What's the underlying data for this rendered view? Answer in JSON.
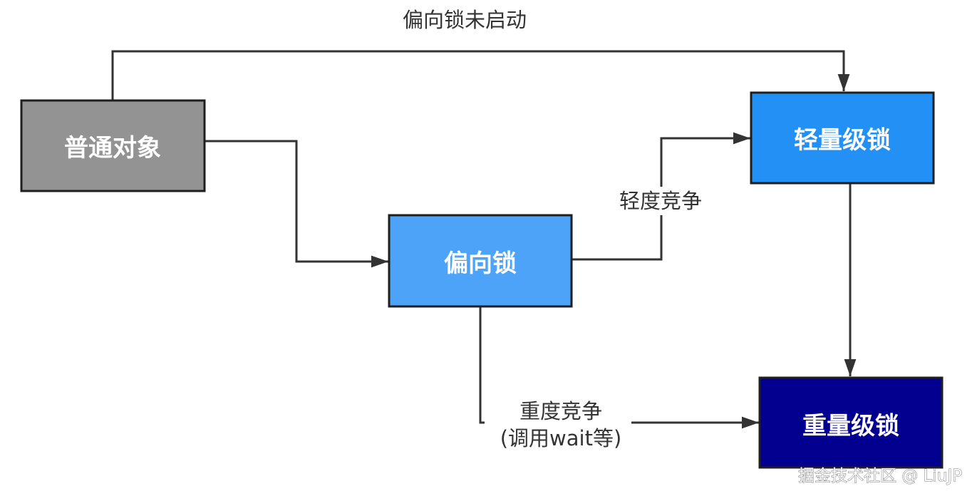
{
  "nodes": {
    "normal_object": {
      "label": "普通对象",
      "fill": "#939393"
    },
    "biased_lock": {
      "label": "偏向锁",
      "fill": "#4da3f7"
    },
    "lightweight_lock": {
      "label": "轻量级锁",
      "fill": "#2390f5"
    },
    "heavyweight_lock": {
      "label": "重量级锁",
      "fill": "#04008f"
    }
  },
  "edges": {
    "bias_disabled": {
      "label": "偏向锁未启动"
    },
    "light_contention": {
      "label": "轻度竞争"
    },
    "heavy_contention": {
      "label_line1": "重度竞争",
      "label_line2": "(调用wait等)"
    }
  },
  "watermark": "掘金技术社区 @ LiuJP"
}
